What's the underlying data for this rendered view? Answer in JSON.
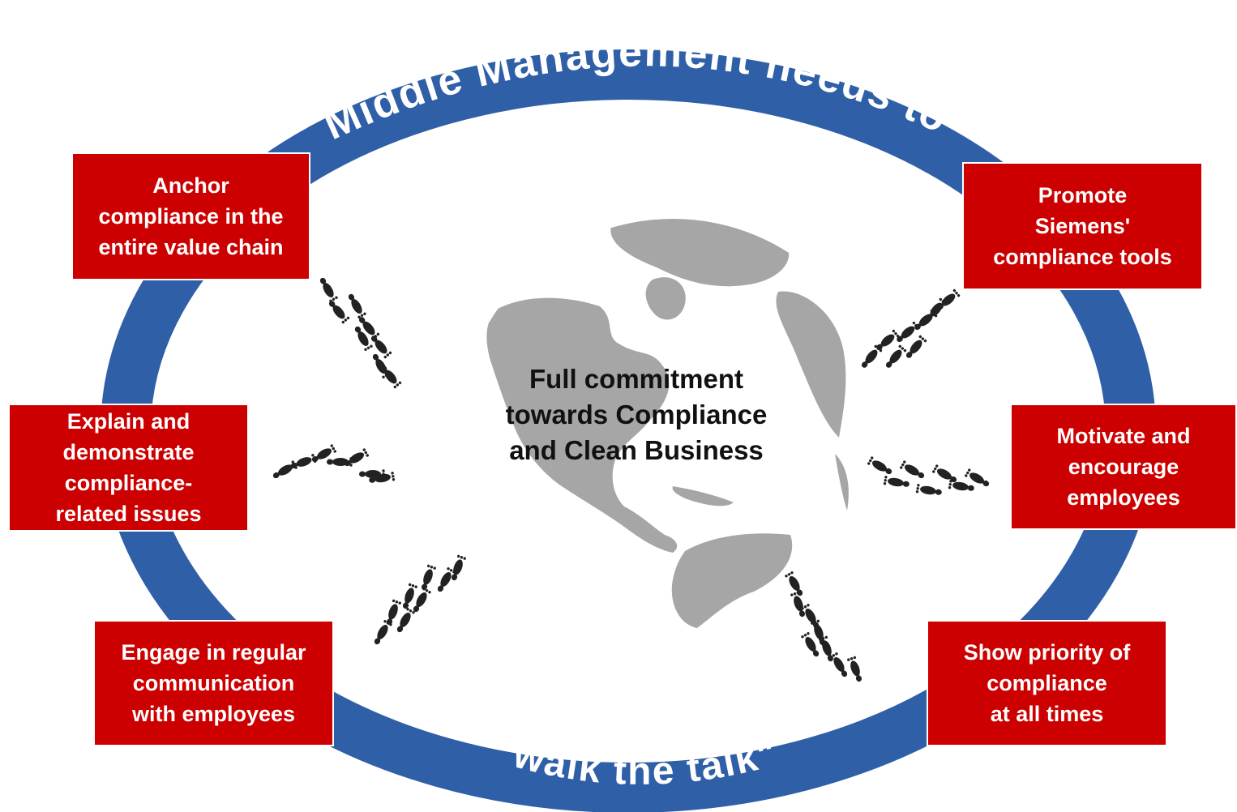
{
  "colors": {
    "ring": "#2f5fa7",
    "box": "#cc0000",
    "box_text": "#ffffff",
    "globe": "#a6a6a6",
    "footprint": "#222222"
  },
  "ring": {
    "top_label": "Middle Management needs to",
    "bottom_label": "\"walk the talk\""
  },
  "center": {
    "text": "Full commitment\ntowards Compliance\nand Clean Business"
  },
  "actions": {
    "anchor": "Anchor\ncompliance in the\nentire value chain",
    "explain": "Explain and\ndemonstrate\ncompliance-\nrelated issues",
    "engage": "Engage in regular\ncommunication\nwith employees",
    "promote": "Promote\nSiemens'\ncompliance tools",
    "motivate": "Motivate and\nencourage\nemployees",
    "priority": "Show priority of\ncompliance\nat all times"
  },
  "icons": {
    "globe": "globe-icon",
    "footprints": "footprints-icon"
  }
}
